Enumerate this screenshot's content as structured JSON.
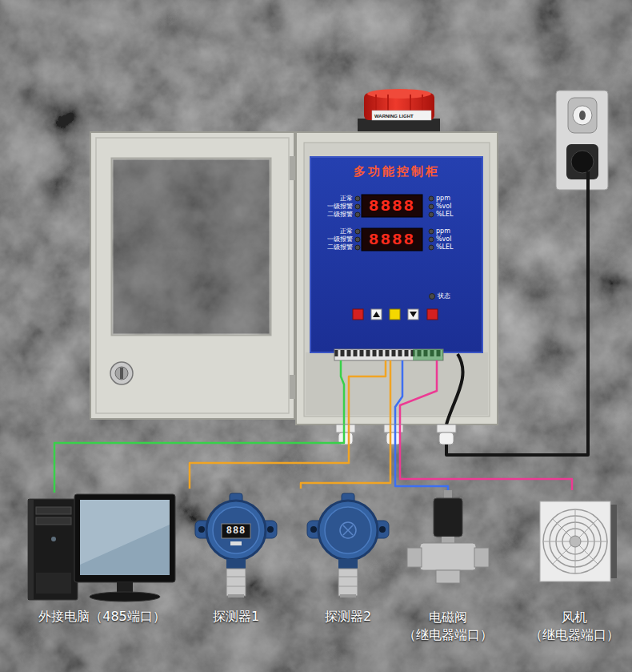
{
  "diagram": {
    "nodes": [
      {
        "text": [
          "多功能控制柜"
        ]
      },
      {
        "text": [
          "外接电脑（485端口）"
        ]
      },
      {
        "text": [
          "探测器1"
        ]
      },
      {
        "text": [
          "探测器2"
        ]
      },
      {
        "text": [
          "电磁阀",
          "（继电器端口）"
        ]
      },
      {
        "text": [
          "风机",
          "（继电器端口）"
        ]
      }
    ],
    "edges": [
      {
        "from": 0,
        "to": 1,
        "arrow": "none"
      },
      {
        "from": 0,
        "to": 2,
        "arrow": "none"
      },
      {
        "from": 0,
        "to": 3,
        "arrow": "none"
      },
      {
        "from": 0,
        "to": 4,
        "arrow": "none"
      },
      {
        "from": 0,
        "to": 5,
        "arrow": "none"
      }
    ],
    "labels": [
      "WARNING LIGHT",
      "正常",
      "一级报警",
      "二级报警",
      "8888",
      "ppm",
      "%vol",
      "%LEL",
      "正常",
      "一级报警",
      "二级报警",
      "8888",
      "ppm",
      "%vol",
      "%LEL",
      "状态",
      "888"
    ]
  }
}
